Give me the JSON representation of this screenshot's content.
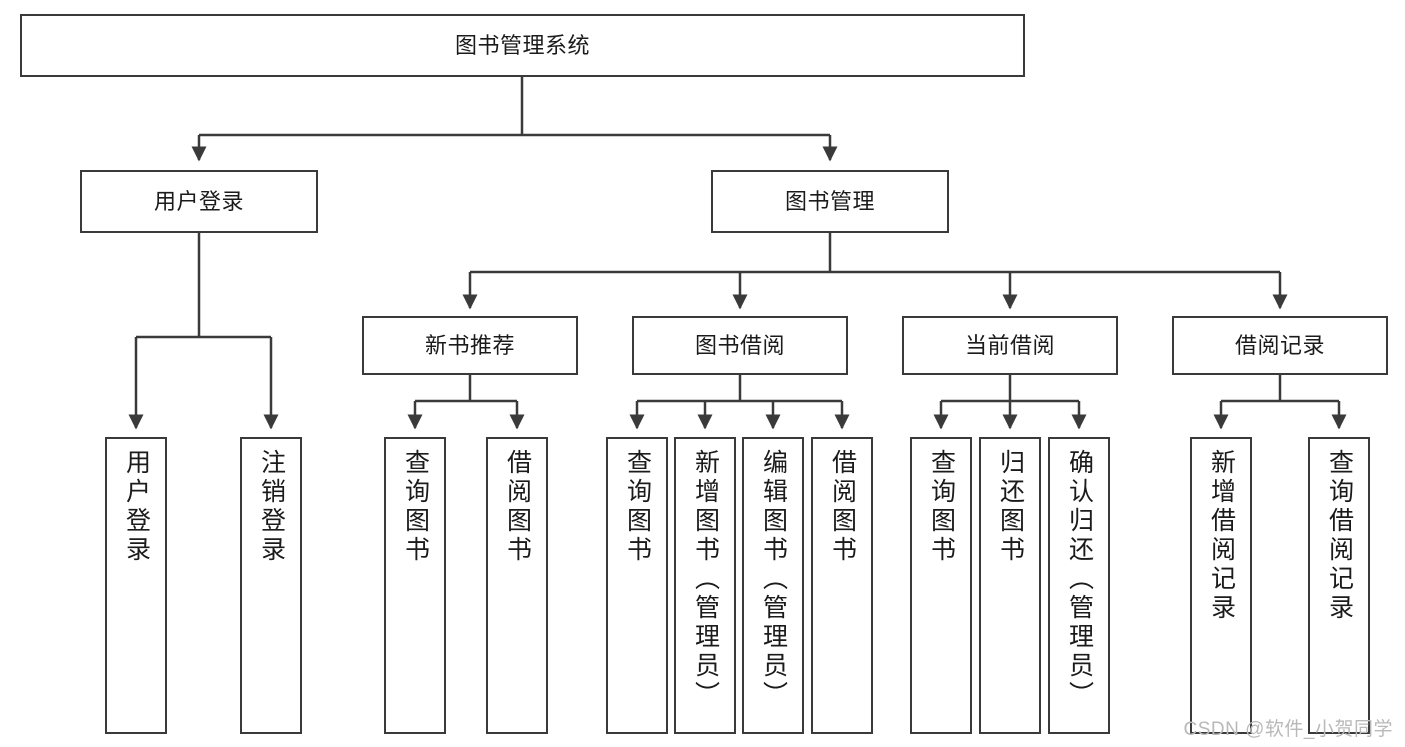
{
  "diagram": {
    "title": "图书管理系统",
    "type": "tree-hierarchy-chart",
    "colors": {
      "stroke": "#3a3a3a",
      "fill": "#ffffff",
      "text": "#1b1b1b",
      "watermark": "#b9b9b9"
    },
    "root": {
      "label": "图书管理系统"
    },
    "level2": [
      {
        "label": "用户登录"
      },
      {
        "label": "图书管理"
      }
    ],
    "level3": [
      {
        "label": "新书推荐"
      },
      {
        "label": "图书借阅"
      },
      {
        "label": "当前借阅"
      },
      {
        "label": "借阅记录"
      }
    ],
    "leaves": {
      "user_login": [
        {
          "label": "用户登录"
        },
        {
          "label": "注销登录"
        }
      ],
      "new_book_recommend": [
        {
          "label": "查询图书"
        },
        {
          "label": "借阅图书"
        }
      ],
      "book_borrow": [
        {
          "label": "查询图书"
        },
        {
          "label": "新增图书（管理员）"
        },
        {
          "label": "编辑图书（管理员）"
        },
        {
          "label": "借阅图书"
        }
      ],
      "current_borrow": [
        {
          "label": "查询图书"
        },
        {
          "label": "归还图书"
        },
        {
          "label": "确认归还（管理员）"
        }
      ],
      "borrow_record": [
        {
          "label": "新增借阅记录"
        },
        {
          "label": "查询借阅记录"
        }
      ]
    }
  },
  "watermark": {
    "text": "CSDN @软件_小贺同学"
  }
}
